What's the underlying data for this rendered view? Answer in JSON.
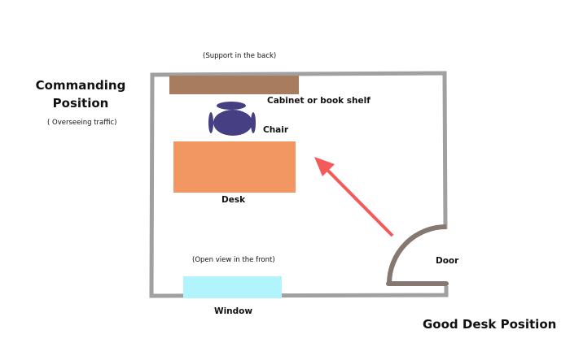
{
  "title": "Good Desk Position",
  "heading": {
    "line1": "Commanding",
    "line2": "Position",
    "note": "( Overseeing traffic)"
  },
  "labels": {
    "support": "(Support in the back)",
    "cabinet": "Cabinet or book shelf",
    "chair": "Chair",
    "desk": "Desk",
    "open_view": "(Open view in the front)",
    "window": "Window",
    "door": "Door"
  },
  "colors": {
    "wall": "#a0a0a0",
    "cabinet": "#a87c5f",
    "chair": "#463f83",
    "desk": "#f29662",
    "window": "#b1f4fc",
    "door": "#857870",
    "arrow": "#f55a5a"
  }
}
